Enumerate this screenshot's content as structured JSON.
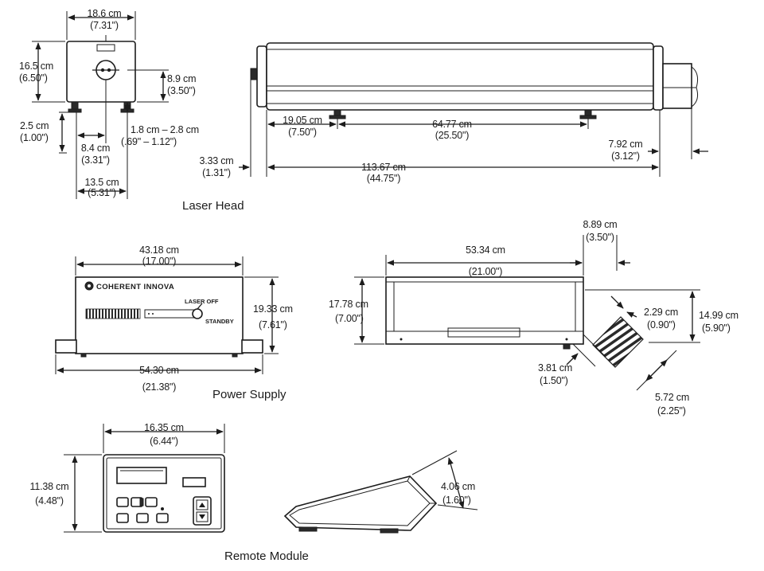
{
  "captions": {
    "laser_head": "Laser Head",
    "power_supply": "Power Supply",
    "remote_module": "Remote Module"
  },
  "panel_text": {
    "brand": "COHERENT INNOVA",
    "laser_off": "LASER OFF",
    "standby": "STANDBY"
  },
  "laser_head": {
    "width": {
      "cm": "18.6 cm",
      "in": "(7.31\")"
    },
    "height": {
      "cm": "16.5 cm",
      "in": "(6.50\")"
    },
    "beam_height": {
      "cm": "8.9 cm",
      "in": "(3.50\")"
    },
    "foot_height": {
      "cm": "2.5 cm",
      "in": "(1.00\")"
    },
    "foot_adjust": {
      "cm": "1.8 cm – 2.8 cm",
      "in": "(.69\" – 1.12\")"
    },
    "beam_offset": {
      "cm": "8.4 cm",
      "in": "(3.31\")"
    },
    "foot_spacing": {
      "cm": "13.5 cm",
      "in": "(5.31\")"
    },
    "front_foot": {
      "cm": "19.05 cm",
      "in": "(7.50\")"
    },
    "foot_span": {
      "cm": "64.77 cm",
      "in": "(25.50\")"
    },
    "rear_extension": {
      "cm": "7.92 cm",
      "in": "(3.12\")"
    },
    "front_extension": {
      "cm": "3.33 cm",
      "in": "(1.31\")"
    },
    "length": {
      "cm": "113.67 cm",
      "in": "(44.75\")"
    }
  },
  "power_supply": {
    "front_width": {
      "cm": "43.18 cm",
      "in": "(17.00\")"
    },
    "height": {
      "cm": "19.33 cm",
      "in": "(7.61\")"
    },
    "overall_width": {
      "cm": "54.30 cm",
      "in": "(21.38\")"
    },
    "depth": {
      "cm": "53.34 cm",
      "in": "(21.00\")"
    },
    "hose_offset": {
      "cm": "8.89 cm",
      "in": "(3.50\")"
    },
    "side_height": {
      "cm": "17.78 cm",
      "in": "(7.00\")"
    },
    "hose_diameter": {
      "cm": "2.29 cm",
      "in": "(0.90\")"
    },
    "hose_drop": {
      "cm": "14.99 cm",
      "in": "(5.90\")"
    },
    "hose_gap": {
      "cm": "3.81 cm",
      "in": "(1.50\")"
    },
    "hose_outer": {
      "cm": "5.72 cm",
      "in": "(2.25\")"
    }
  },
  "remote_module": {
    "width": {
      "cm": "16.35 cm",
      "in": "(6.44\")"
    },
    "height": {
      "cm": "11.38 cm",
      "in": "(4.48\")"
    },
    "depth": {
      "cm": "4.06 cm",
      "in": "(1.60\")"
    }
  }
}
